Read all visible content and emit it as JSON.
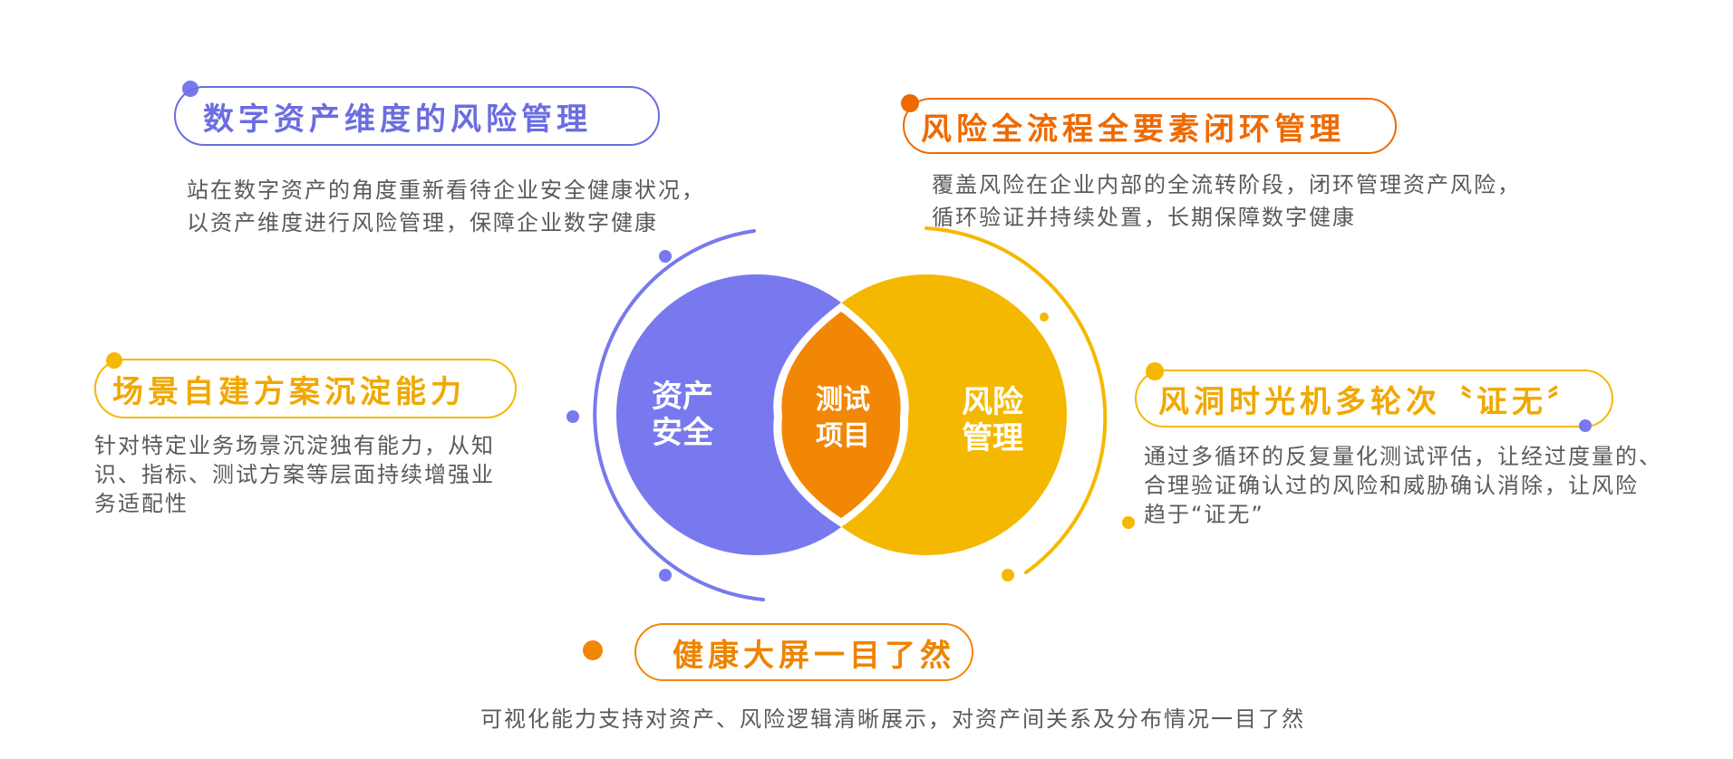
{
  "colors": {
    "purple": "#7879ee",
    "orange": "#f28705",
    "yellow": "#f5b800",
    "title_purple": "#6b6de0",
    "title_orange": "#ee6a00",
    "title_yellow": "#f0a800",
    "text": "#5a5a5a"
  },
  "sections": {
    "digital_asset": {
      "title": "数字资产维度的风险管理",
      "lines": [
        "站在数字资产的角度重新看待企业安全健康状况，",
        "以资产维度进行风险管理，保障企业数字健康"
      ]
    },
    "full_process": {
      "title": "风险全流程全要素闭环管理",
      "lines": [
        "覆盖风险在企业内部的全流转阶段，闭环管理资产风险，",
        "循环验证并持续处置，长期保障数字健康"
      ]
    },
    "scenario": {
      "title": "场景自建方案沉淀能力",
      "lines": [
        "针对特定业务场景沉淀独有能力，从知",
        "识、指标、测试方案等层面持续增强业",
        "务适配性"
      ]
    },
    "time_machine": {
      "title": "风洞时光机多轮次〝证无〞",
      "lines": [
        "通过多循环的反复量化测试评估，让经过度量的、",
        "合理验证确认过的风险和威胁确认消除，让风险",
        "趋于“证无”"
      ]
    },
    "big_screen": {
      "title": "健康大屏一目了然",
      "lines": [
        "可视化能力支持对资产、风险逻辑清晰展示，对资产间关系及分布情况一目了然"
      ]
    }
  },
  "center": {
    "left_line1": "资产",
    "left_line2": "安全",
    "middle_line1": "测试",
    "middle_line2": "项目",
    "right_line1": "风险",
    "right_line2": "管理"
  }
}
